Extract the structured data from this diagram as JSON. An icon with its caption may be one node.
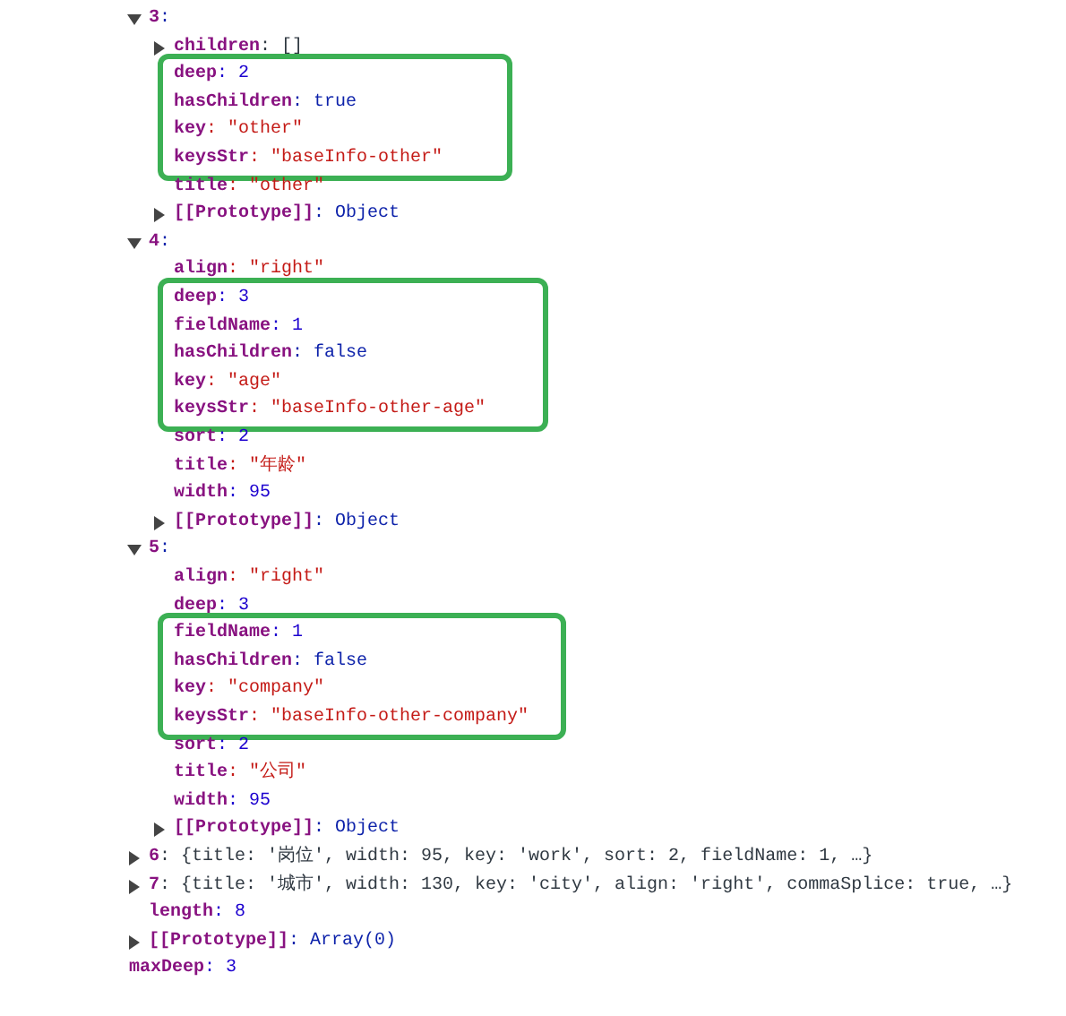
{
  "diagram": {
    "nodes": [
      {
        "text": [
          "deep: 2",
          "hasChildren: true",
          "key: \"other\"",
          "keysStr: \"baseInfo-other\""
        ]
      },
      {
        "text": [
          "deep: 3",
          "fieldName: 1",
          "hasChildren: false",
          "key: \"age\"",
          "keysStr: \"baseInfo-other-age\""
        ]
      },
      {
        "text": [
          "fieldName: 1",
          "hasChildren: false",
          "key: \"company\"",
          "keysStr: \"baseInfo-other-company\""
        ]
      }
    ],
    "labels": [
      "3:",
      "children: []",
      "title: \"other\"",
      "[[Prototype]]: Object",
      "4:",
      "align: \"right\"",
      "sort: 2",
      "title: \"年龄\"",
      "width: 95",
      "[[Prototype]]: Object",
      "5:",
      "align: \"right\"",
      "deep: 3",
      "sort: 2",
      "title: \"公司\"",
      "width: 95",
      "[[Prototype]]: Object",
      "6: {title: '岗位', width: 95, key: 'work', sort: 2, fieldName: 1, …}",
      "7: {title: '城市', width: 130, key: 'city', align: 'right', commaSplice: true, …}",
      "length: 8",
      "[[Prototype]]: Array(0)",
      "maxDeep: 3"
    ]
  }
}
